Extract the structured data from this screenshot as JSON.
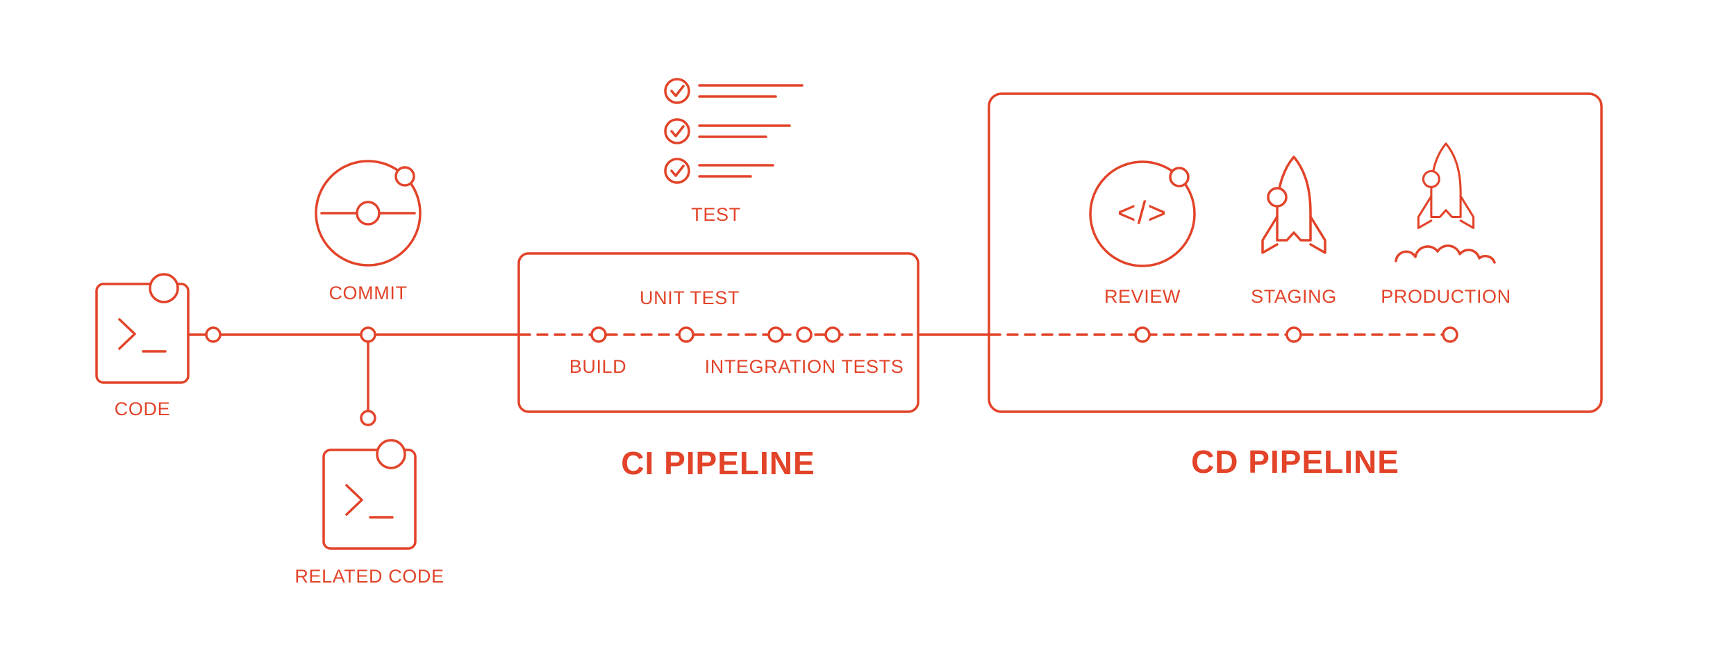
{
  "colors": {
    "primary": "#E24329",
    "background": "#FFFFFF"
  },
  "sections": {
    "ci_title": "CI PIPELINE",
    "cd_title": "CD PIPELINE"
  },
  "labels": {
    "code": "CODE",
    "commit": "COMMIT",
    "related_code": "RELATED CODE",
    "test": "TEST",
    "build": "BUILD",
    "unit_test": "UNIT TEST",
    "integration_tests": "INTEGRATION TESTS",
    "review": "REVIEW",
    "staging": "STAGING",
    "production": "PRODUCTION",
    "review_glyph": "</>"
  }
}
